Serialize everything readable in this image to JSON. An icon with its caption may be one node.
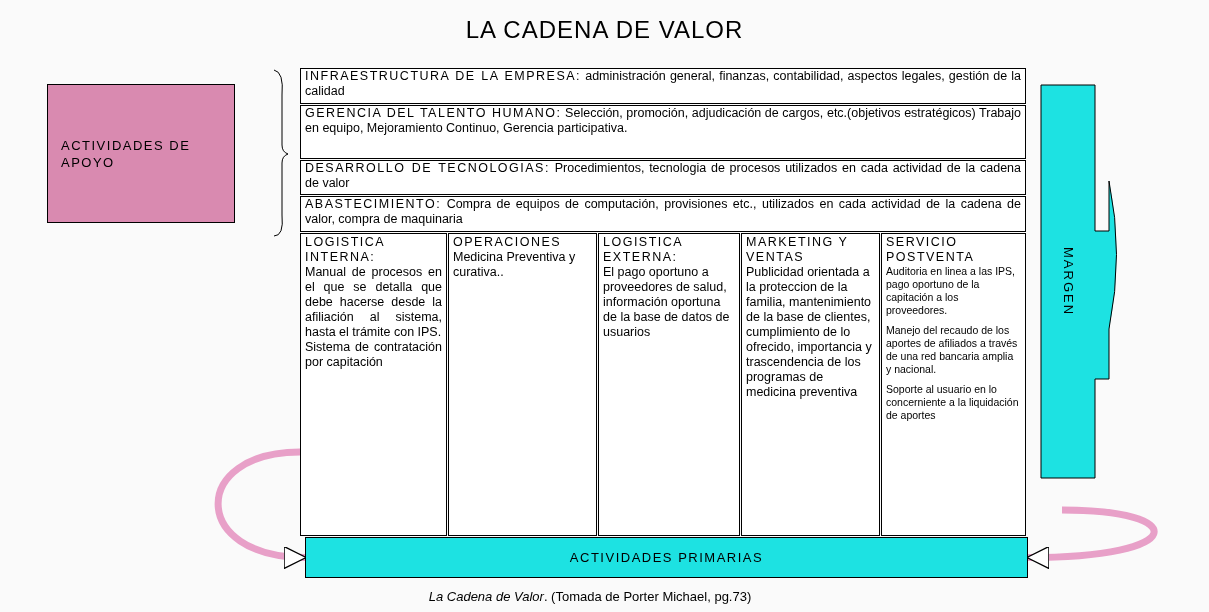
{
  "diagram": {
    "title": "LA CADENA DE VALOR",
    "caption": "*La Cadena de Valor*. (Tomada de Porter Michael, pg.73)",
    "nodes": [
      {
        "text": [
          "ACTIVIDADES DE APOYO"
        ]
      },
      {
        "text": [
          "INFRAESTRUCTURA DE LA EMPRESA:",
          "administración general, finanzas, contabilidad, aspectos legales, gestión de la calidad"
        ]
      },
      {
        "text": [
          "GERENCIA DEL TALENTO HUMANO:",
          "Selección, promoción, adjudicación de cargos, etc.(objetivos estratégicos) Trabajo en equipo, Mejoramiento Continuo, Gerencia participativa."
        ]
      },
      {
        "text": [
          "DESARROLLO DE TECNOLOGIAS:",
          "Procedimientos, tecnologia de procesos utilizados en cada actividad de la cadena de valor"
        ]
      },
      {
        "text": [
          "ABASTECIMIENTO:",
          "Compra de equipos de computación, provisiones etc., utilizados en cada actividad de la cadena de valor, compra de maquinaria"
        ]
      },
      {
        "text": [
          "LOGISTICA INTERNA:",
          "Manual de procesos en el que se detalla que debe hacerse desde la afiliación al sistema, hasta el trámite con IPS.",
          "Sistema de contratación por capitación"
        ]
      },
      {
        "text": [
          "OPERACIONES",
          "Medicina Preventiva y curativa.."
        ]
      },
      {
        "text": [
          "LOGISTICA EXTERNA:",
          "El pago oportuno a proveedores de salud, información oportuna de la base de datos de usuarios"
        ]
      },
      {
        "text": [
          "MARKETING Y VENTAS",
          "Publicidad orientada a la proteccion de la familia, mantenimiento de la base de clientes, cumplimiento de lo ofrecido, importancia y trascendencia de los programas de medicina preventiva"
        ]
      },
      {
        "text": [
          "SERVICIO POSTVENTA",
          "Auditoria en linea a las IPS, pago oportuno de la capitación a los proveedores.",
          "Manejo del recaudo de los aportes de afiliados a través de una red bancaria amplia y nacional.",
          "Soporte al usuario en lo concerniente a la liquidación de aportes"
        ]
      },
      {
        "text": [
          "MARGEN"
        ]
      },
      {
        "text": [
          "ACTIVIDADES PRIMARIAS"
        ]
      }
    ],
    "edges": [
      {
        "from": 5,
        "to": 11,
        "arrow": "to"
      },
      {
        "from": null,
        "to": 11,
        "arrow": "to"
      }
    ]
  }
}
